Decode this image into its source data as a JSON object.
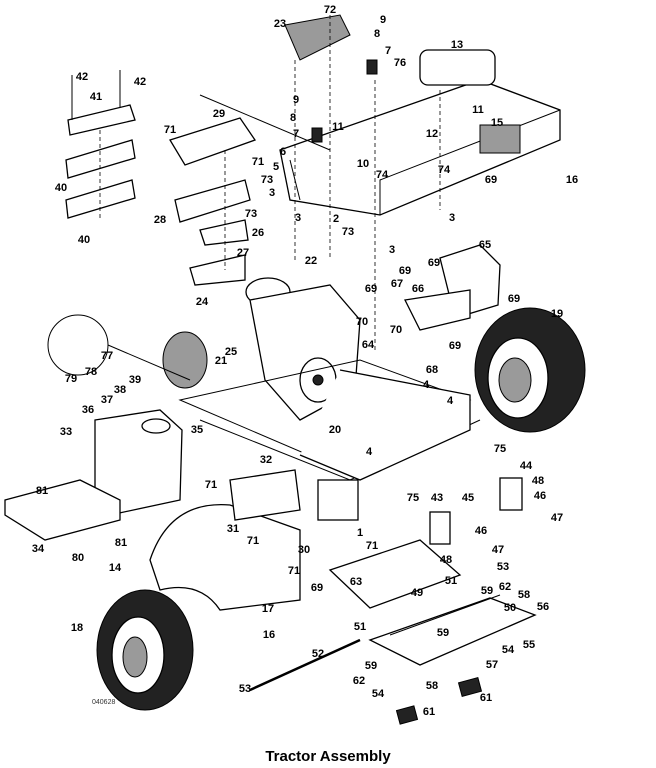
{
  "title": "Tractor Assembly",
  "drawing_code": "040628",
  "callouts": [
    "72",
    "23",
    "9",
    "8",
    "7",
    "76",
    "13",
    "42",
    "42",
    "41",
    "9",
    "8",
    "11",
    "11",
    "15",
    "7",
    "12",
    "29",
    "71",
    "71",
    "6",
    "10",
    "74",
    "69",
    "16",
    "5",
    "73",
    "3",
    "74",
    "40",
    "40",
    "28",
    "73",
    "26",
    "3",
    "2",
    "73",
    "3",
    "3",
    "27",
    "65",
    "22",
    "69",
    "69",
    "69",
    "67",
    "66",
    "69",
    "19",
    "24",
    "70",
    "70",
    "64",
    "69",
    "77",
    "78",
    "79",
    "25",
    "21",
    "68",
    "4",
    "39",
    "38",
    "37",
    "36",
    "35",
    "33",
    "20",
    "4",
    "4",
    "75",
    "32",
    "44",
    "48",
    "46",
    "81",
    "43",
    "45",
    "75",
    "71",
    "47",
    "31",
    "46",
    "34",
    "80",
    "81",
    "71",
    "30",
    "47",
    "1",
    "71",
    "48",
    "14",
    "63",
    "71",
    "53",
    "51",
    "62",
    "49",
    "59",
    "58",
    "50",
    "56",
    "69",
    "17",
    "16",
    "18",
    "51",
    "59",
    "54",
    "55",
    "57",
    "52",
    "59",
    "62",
    "58",
    "54",
    "53",
    "61",
    "61"
  ]
}
